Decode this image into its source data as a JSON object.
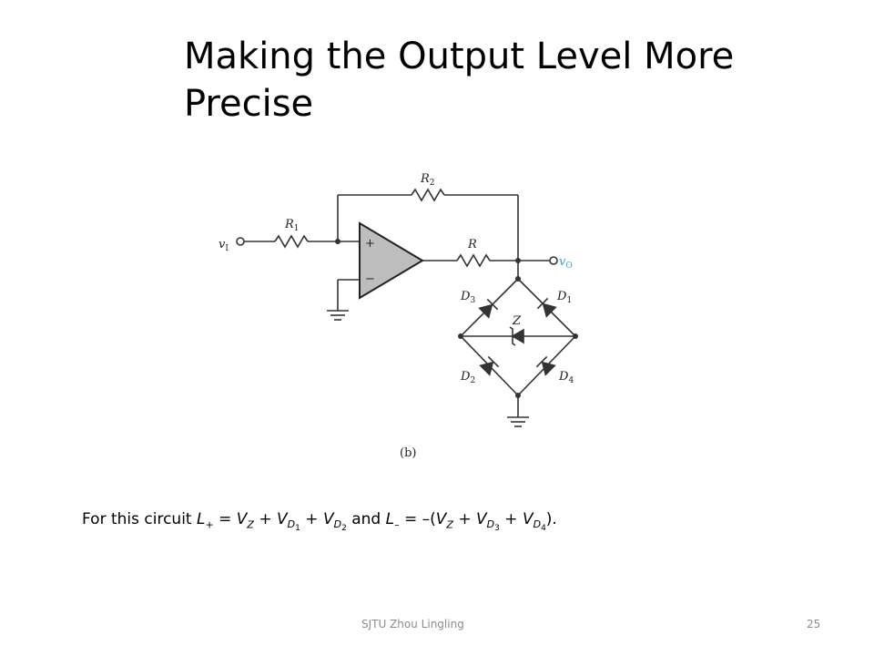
{
  "slide": {
    "title_line1": "Making the Output Level More",
    "title_line2": "Precise",
    "footer_left": "SJTU   Zhou Lingling",
    "page_number": "25"
  },
  "circuit": {
    "input_label": "v",
    "input_sub": "I",
    "output_label": "v",
    "output_sub": "O",
    "r1": "R",
    "r1_sub": "1",
    "r2": "R",
    "r2_sub": "2",
    "r": "R",
    "d1": "D",
    "d1_sub": "1",
    "d2": "D",
    "d2_sub": "2",
    "d3": "D",
    "d3_sub": "3",
    "d4": "D",
    "d4_sub": "4",
    "z": "Z",
    "plus": "+",
    "minus": "−",
    "caption": "(b)",
    "output_color": "#3aa0d8"
  },
  "formula": {
    "t1": "For this circuit ",
    "L": "L",
    "plus": "+",
    "t2": " = ",
    "V": "V",
    "Z": "Z",
    "t3": " + ",
    "D": "D",
    "n1": "1",
    "n2": "2",
    "t4": " and ",
    "minus": "–",
    "t5": " = –(",
    "n3": "3",
    "n4": "4",
    "t6": ")."
  }
}
